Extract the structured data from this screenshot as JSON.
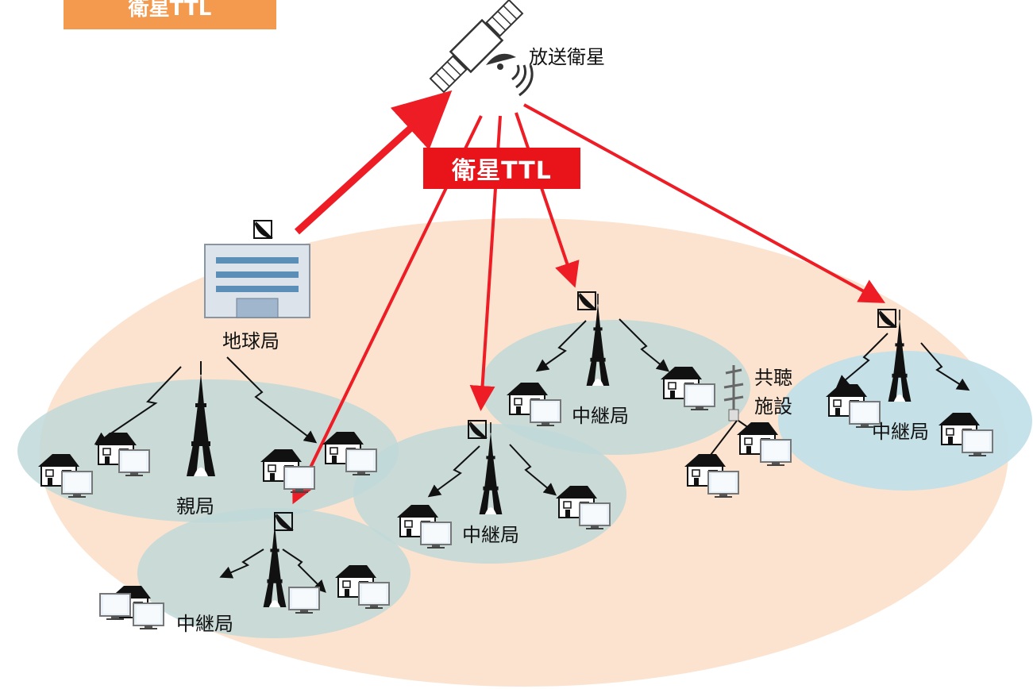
{
  "header_tag": "衛星TTL",
  "satellite_label": "放送衛星",
  "ttl_label": "衛星TTL",
  "earth_station_label": "地球局",
  "parent_station_label": "親局",
  "relay_station_label": "中継局",
  "shared_facility_label_line1": "共聴",
  "shared_facility_label_line2": "施設",
  "colors": {
    "uplink_arrow": "#ee1c25",
    "background_area": "#fbe3d0",
    "coverage_area": "#bfd8d8",
    "label_fill": "#e8141a",
    "header_tag_fill": "#f39a4f"
  }
}
